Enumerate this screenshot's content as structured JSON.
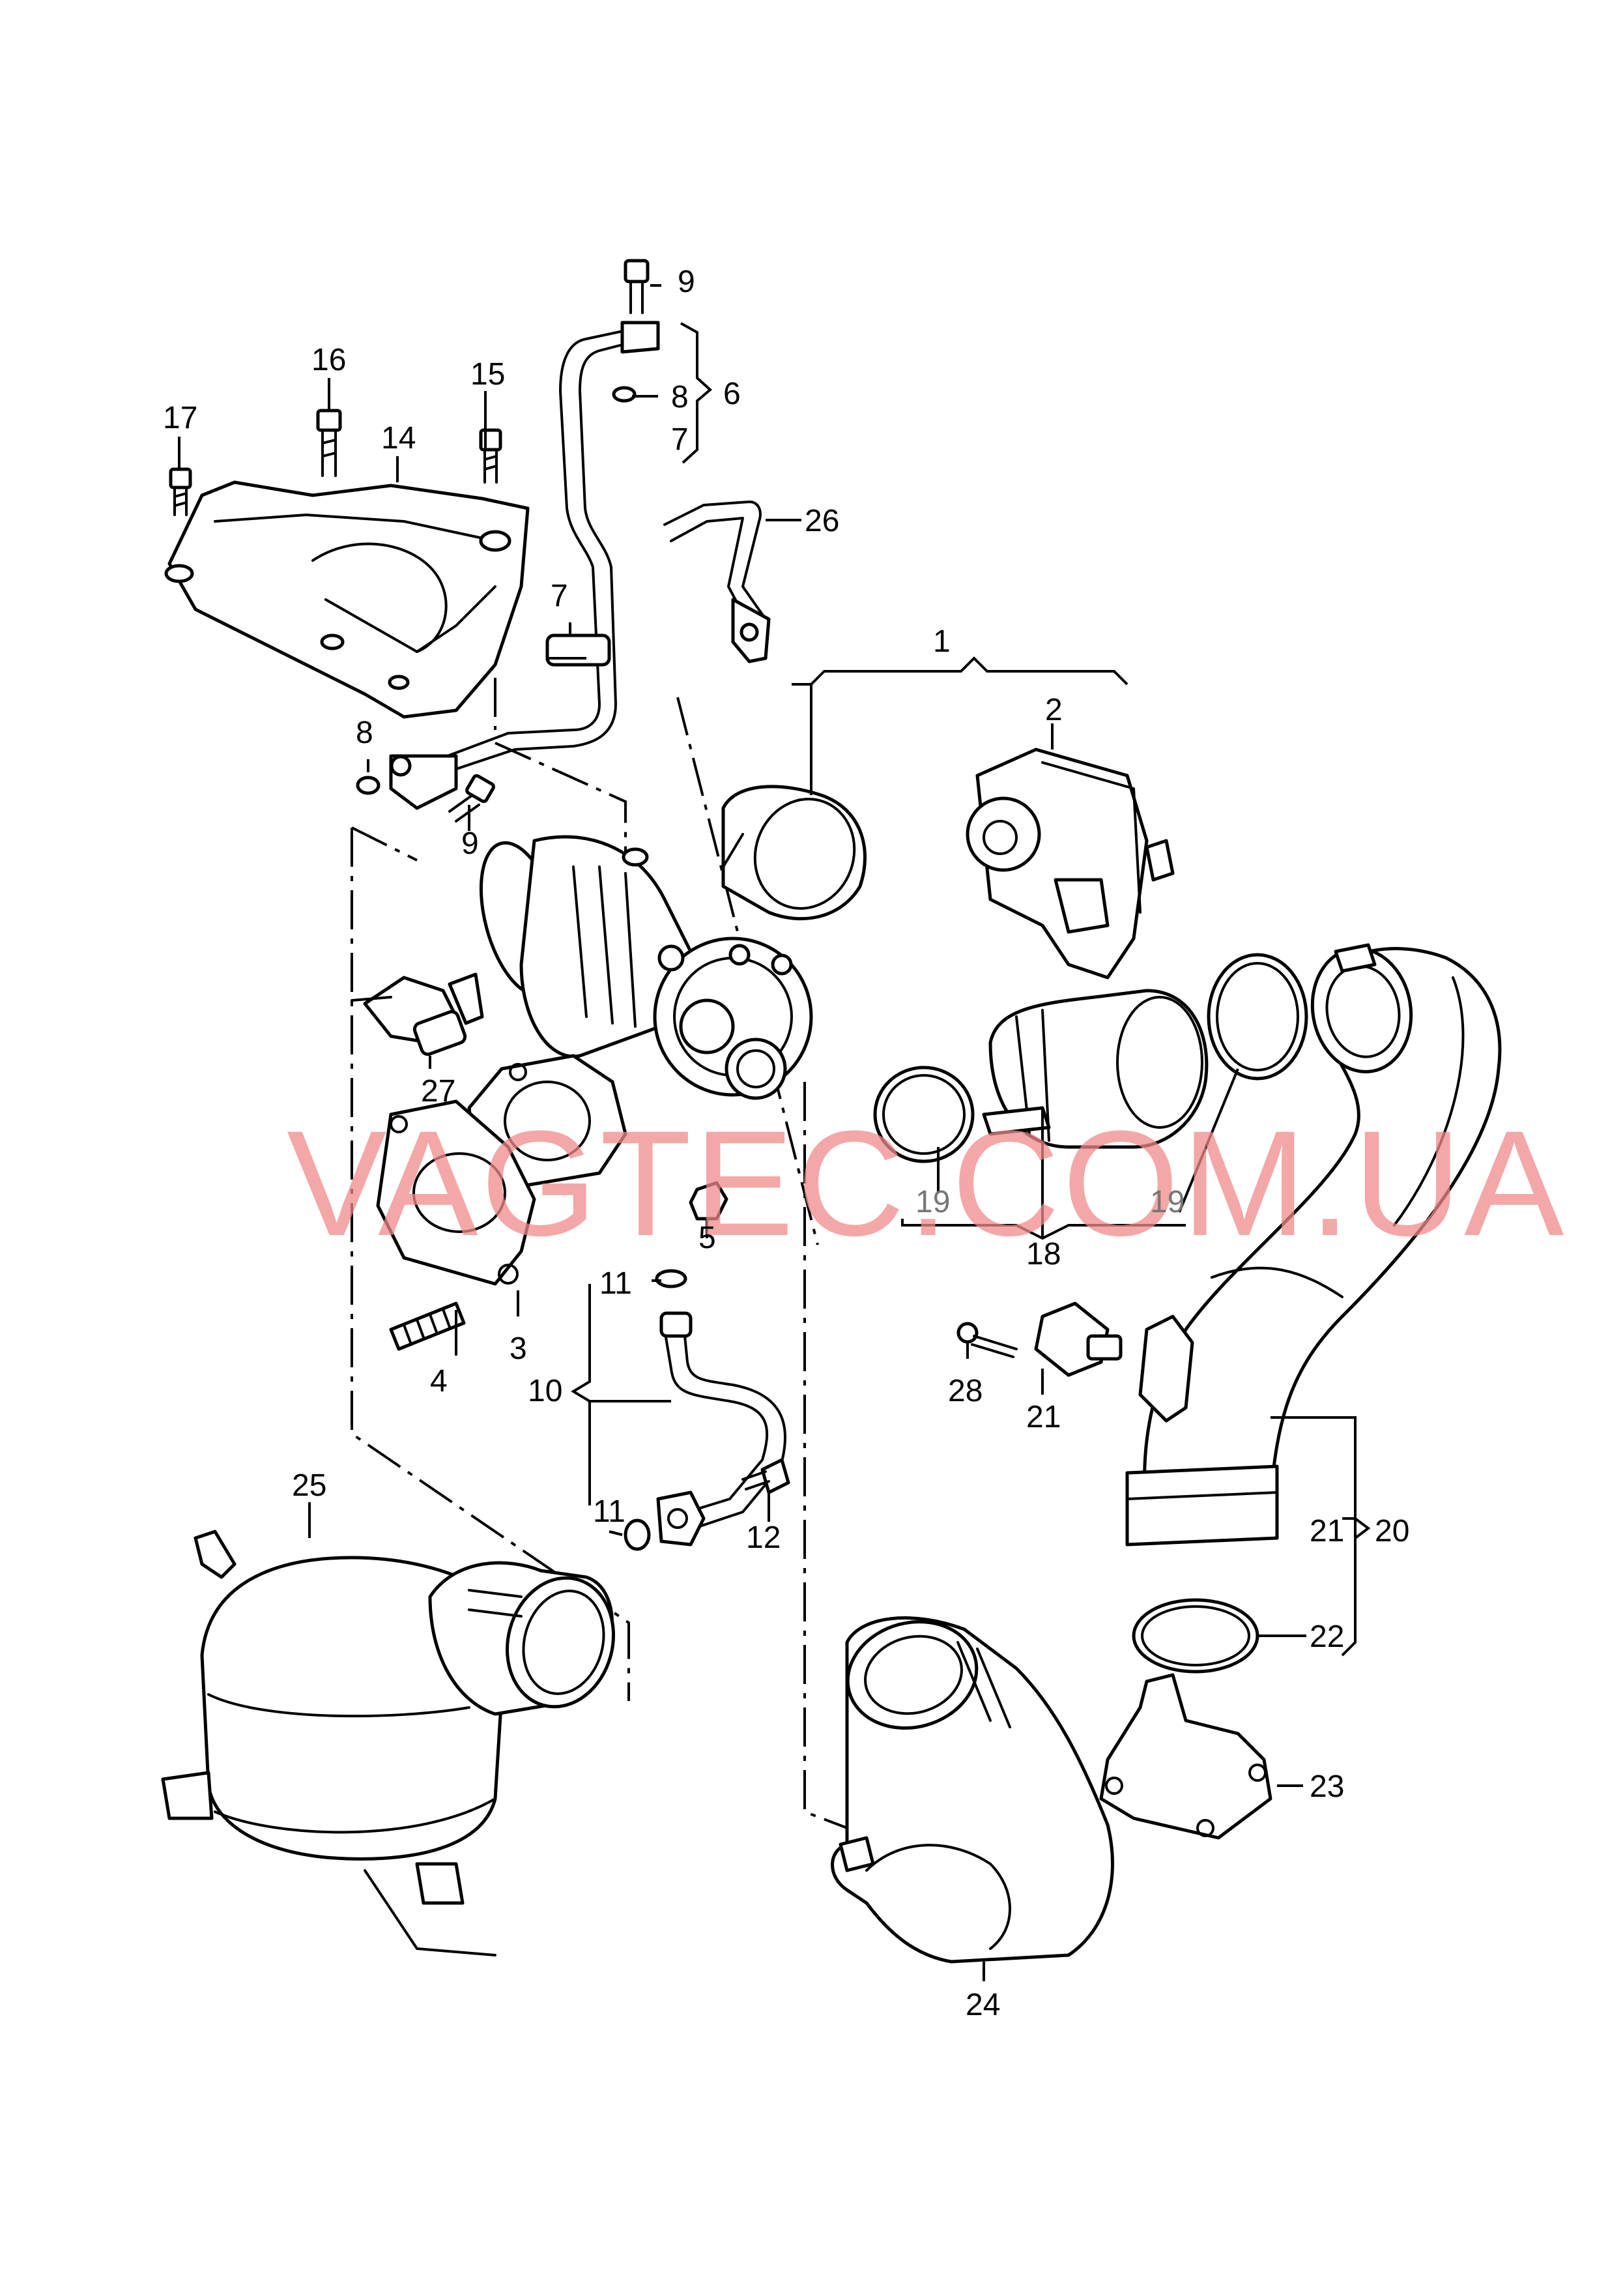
{
  "watermark": "VAGTEC.COM.UA",
  "callouts": {
    "c1": "1",
    "c2": "2",
    "c3": "3",
    "c4": "4",
    "c5": "5",
    "c6": "6",
    "c7a": "7",
    "c7b": "7",
    "c8a": "8",
    "c8b": "8",
    "c9a": "9",
    "c9b": "9",
    "c10": "10",
    "c11a": "11",
    "c11b": "11",
    "c12": "12",
    "c14": "14",
    "c15": "15",
    "c16": "16",
    "c17": "17",
    "c18": "18",
    "c19a": "19",
    "c19b": "19",
    "c20": "20",
    "c21a": "21",
    "c21b": "21",
    "c22": "22",
    "c23": "23",
    "c24": "24",
    "c25": "25",
    "c26": "26",
    "c27": "27",
    "c28": "28"
  }
}
